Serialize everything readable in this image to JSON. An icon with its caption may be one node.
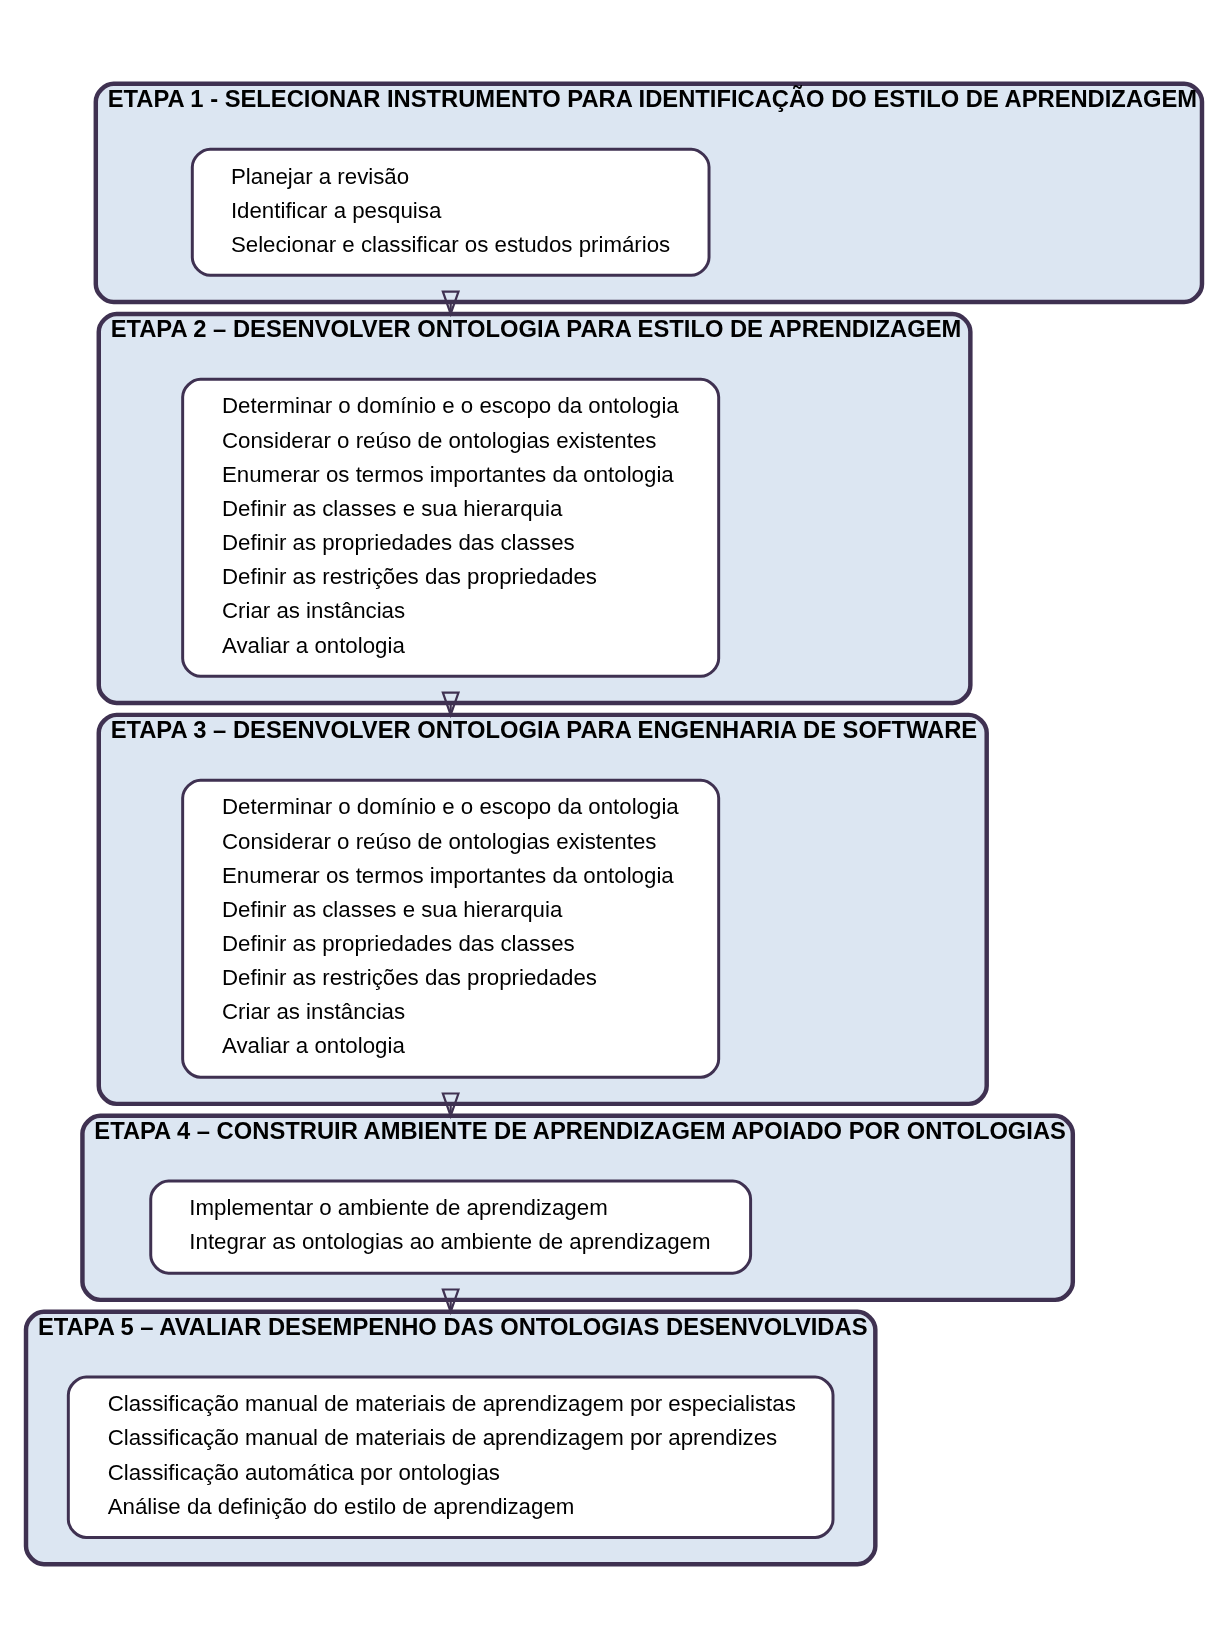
{
  "diagram": {
    "nodes": [
      {
        "text": [
          "ETAPA 1 - SELECIONAR INSTRUMENTO PARA IDENTIFICAÇÃO DO ESTILO DE APRENDIZAGEM"
        ]
      },
      {
        "text": [
          "Planejar a revisão",
          "Identificar a pesquisa",
          "Selecionar e classificar os estudos primários"
        ],
        "in": 0
      },
      {
        "text": [
          "ETAPA 2 – DESENVOLVER ONTOLOGIA PARA ESTILO DE APRENDIZAGEM"
        ]
      },
      {
        "text": [
          "Determinar o domínio e o escopo da ontologia",
          "Considerar o reúso de ontologias existentes",
          "Enumerar os termos importantes da ontologia",
          "Definir as classes e sua hierarquia",
          "Definir as propriedades das classes",
          "Definir as restrições das propriedades",
          "Criar as instâncias",
          "Avaliar a ontologia"
        ],
        "in": 2
      },
      {
        "text": [
          "ETAPA 3 – DESENVOLVER ONTOLOGIA PARA ENGENHARIA DE SOFTWARE"
        ]
      },
      {
        "text": [
          "Determinar o domínio e o escopo da ontologia",
          "Considerar o reúso de ontologias existentes",
          "Enumerar os termos importantes da ontologia",
          "Definir as classes e sua hierarquia",
          "Definir as propriedades das classes",
          "Definir as restrições das propriedades",
          "Criar as instâncias",
          "Avaliar a ontologia"
        ],
        "in": 4
      },
      {
        "text": [
          "ETAPA 4 – CONSTRUIR AMBIENTE DE APRENDIZAGEM APOIADO POR ONTOLOGIAS"
        ]
      },
      {
        "text": [
          "Implementar o ambiente de aprendizagem",
          "Integrar as ontologias ao ambiente de aprendizagem"
        ],
        "in": 6
      },
      {
        "text": [
          "ETAPA 5 – AVALIAR DESEMPENHO DAS ONTOLOGIAS DESENVOLVIDAS"
        ]
      },
      {
        "text": [
          "Classificação manual de materiais de aprendizagem por especialistas",
          "Classificação manual de materiais de aprendizagem por aprendizes",
          "Classificação automática por ontologias",
          "Análise da definição do estilo de aprendizagem"
        ],
        "in": 8
      }
    ],
    "edges": [
      {
        "from": 0,
        "to": 2,
        "arrow": "to"
      },
      {
        "from": 2,
        "to": 4,
        "arrow": "to"
      },
      {
        "from": 4,
        "to": 6,
        "arrow": "to"
      },
      {
        "from": 6,
        "to": 8,
        "arrow": "to"
      }
    ]
  }
}
